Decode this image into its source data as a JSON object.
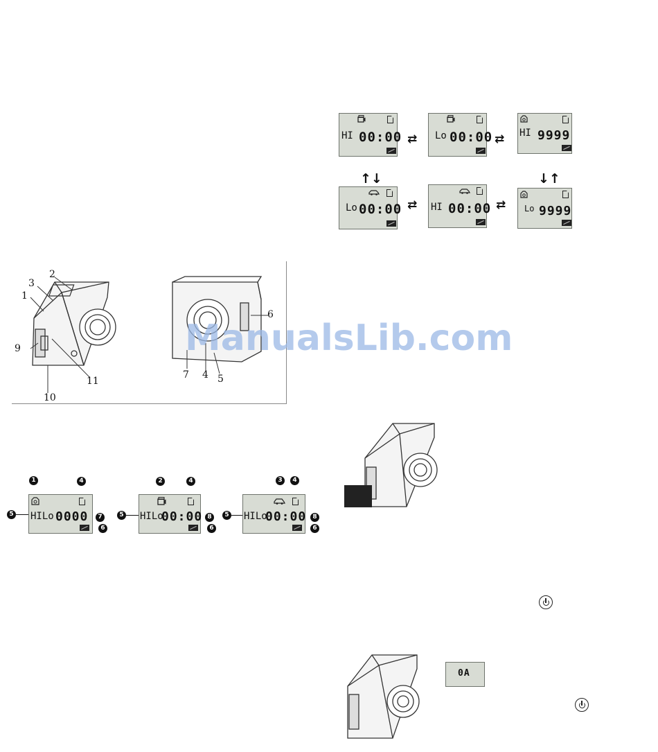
{
  "mode_cycle": {
    "row1": [
      {
        "mode": "HI",
        "display": "00:00",
        "icon": "video-icon"
      },
      {
        "mode": "Lo",
        "display": "00:00",
        "icon": "video-icon"
      },
      {
        "mode": "HI",
        "display": "9999",
        "icon": "camera-icon"
      }
    ],
    "row2": [
      {
        "mode": "Lo",
        "display": "00:00",
        "icon": "car-icon"
      },
      {
        "mode": "HI",
        "display": "00:00",
        "icon": "car-icon"
      },
      {
        "mode": "Lo",
        "display": "9999",
        "icon": "camera-icon"
      }
    ]
  },
  "camera_diagram": {
    "callouts_left": [
      "1",
      "2",
      "3",
      "9",
      "10",
      "11"
    ],
    "callouts_right": [
      "4",
      "5",
      "6",
      "7"
    ]
  },
  "display_legend": {
    "panels": [
      {
        "mode_label": "HILo",
        "display": "0000",
        "mode_num": "1",
        "sd_num": "4",
        "mode_left_num": "5",
        "batt_num": "6",
        "digits_num": "7",
        "icon": "camera-icon"
      },
      {
        "mode_label": "HILo",
        "display": "00:00",
        "mode_num": "2",
        "sd_num": "4",
        "mode_left_num": "5",
        "batt_num": "6",
        "digits_num": "8",
        "icon": "video-icon"
      },
      {
        "mode_label": "HILo",
        "display": "00:00",
        "mode_num": "3",
        "sd_num": "4",
        "mode_left_num": "5",
        "batt_num": "6",
        "digits_num": "8",
        "icon": "car-icon"
      }
    ]
  },
  "power_on_display": "0A",
  "watermark": "ManualsLib.com"
}
